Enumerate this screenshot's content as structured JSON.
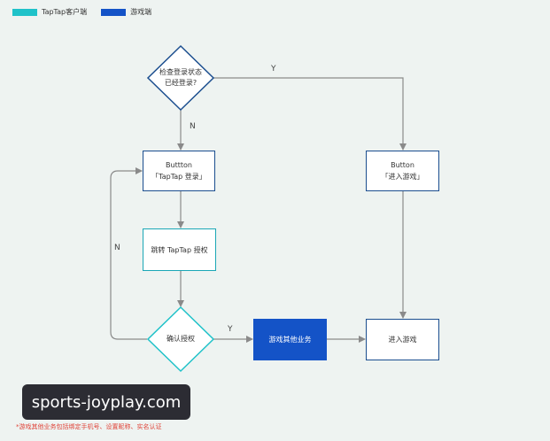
{
  "legend": {
    "client": {
      "label": "TapTap客户端",
      "color": "#1fc2c9"
    },
    "game": {
      "label": "游戏端",
      "color": "#1453c7"
    }
  },
  "nodes": {
    "check_login": {
      "line1": "检查登录状态",
      "line2": "已经登录?"
    },
    "button_taptap": {
      "line1": "Buttton",
      "line2": "「TapTap 登录」"
    },
    "jump_auth": {
      "label": "跳转 TapTap 授权"
    },
    "confirm_auth": {
      "label": "确认授权"
    },
    "game_business": {
      "label": "游戏其他业务"
    },
    "button_enter": {
      "line1": "Button",
      "line2": "「进入游戏」"
    },
    "enter_game": {
      "label": "进入游戏"
    }
  },
  "edges": {
    "yes_top": "Y",
    "no_down": "N",
    "no_loop": "N",
    "yes_right": "Y"
  },
  "footnote": "*游戏其他业务包括绑定手机号、设置昵称、实名认证",
  "watermark": "sports-joyplay.com"
}
